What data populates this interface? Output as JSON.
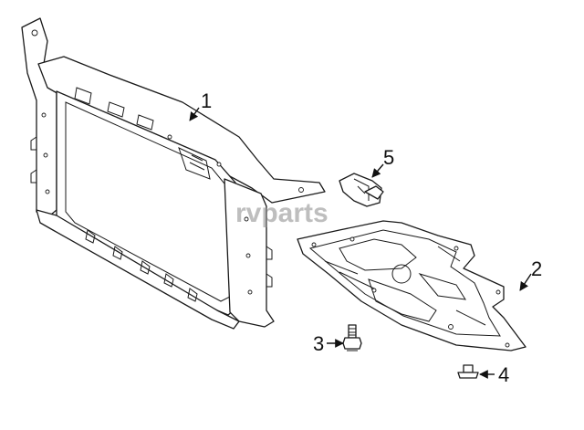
{
  "callouts": {
    "part1": "1",
    "part2": "2",
    "part3": "3",
    "part4": "4",
    "part5": "5"
  },
  "watermark": {
    "text": "rvparts"
  },
  "colors": {
    "line": "#1a1a1a",
    "background": "#ffffff",
    "watermark": "#8a8a8a"
  }
}
